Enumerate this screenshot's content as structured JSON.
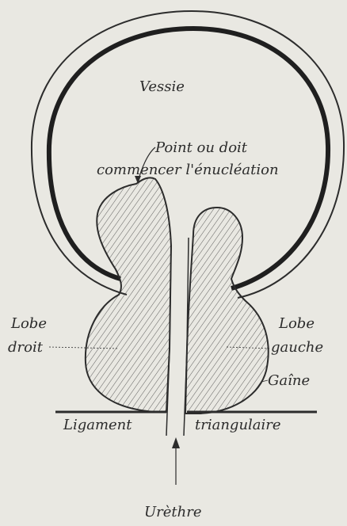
{
  "figure": {
    "background": "#e9e8e2",
    "ink": "#2c2c2c",
    "labels": {
      "bladder": "Vessie",
      "enucleation_line1": "Point ou doit",
      "enucleation_line2": "commencer l'énucléation",
      "right_lobe_line1": "Lobe",
      "right_lobe_line2": "droit",
      "left_lobe_line1": "Lobe",
      "left_lobe_line2": "gauche",
      "sheath": "Gaîne",
      "ligament_left": "Ligament",
      "ligament_right": "triangulaire",
      "urethra": "Urèthre"
    }
  }
}
